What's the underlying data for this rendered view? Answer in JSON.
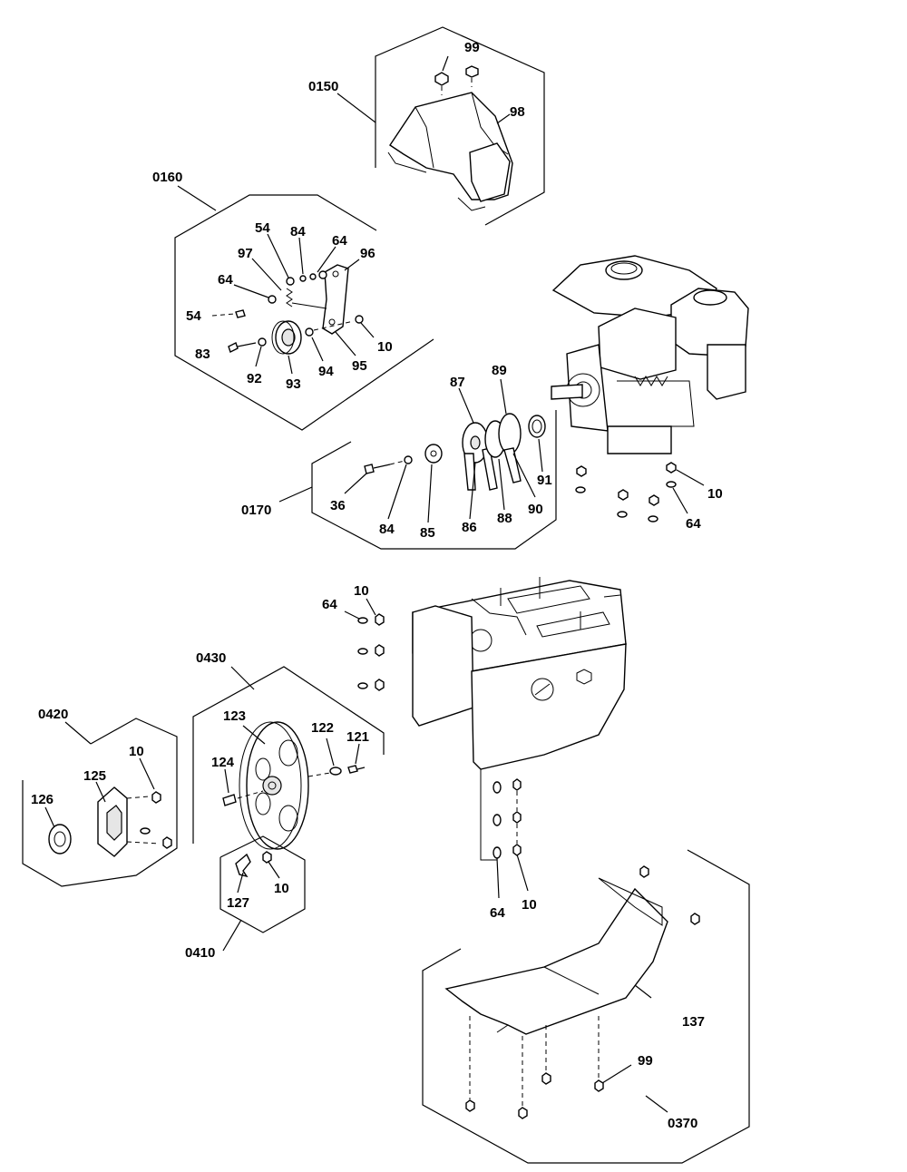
{
  "groups": {
    "g0150": "0150",
    "g0160": "0160",
    "g0170": "0170",
    "g0430": "0430",
    "g0420": "0420",
    "g0410": "0410",
    "g0370": "0370"
  },
  "callouts": {
    "c99_top": "99",
    "c98": "98",
    "c54_a": "54",
    "c84_a": "84",
    "c64_a": "64",
    "c96": "96",
    "c97": "97",
    "c64_b": "64",
    "c54_b": "54",
    "c10_a": "10",
    "c83": "83",
    "c92": "92",
    "c93": "93",
    "c94": "94",
    "c95": "95",
    "c87": "87",
    "c89": "89",
    "c91": "91",
    "c36": "36",
    "c84_b": "84",
    "c85": "85",
    "c86": "86",
    "c88": "88",
    "c90": "90",
    "c10_b": "10",
    "c64_c": "64",
    "c10_c": "10",
    "c64_d": "64",
    "c123": "123",
    "c122": "122",
    "c121": "121",
    "c124": "124",
    "c10_d": "10",
    "c125": "125",
    "c126": "126",
    "c127": "127",
    "c10_e": "10",
    "c64_e": "64",
    "c10_f": "10",
    "c137": "137",
    "c99_bottom": "99"
  }
}
